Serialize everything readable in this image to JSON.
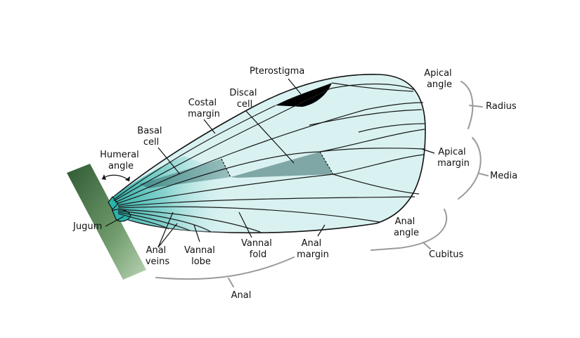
{
  "labels": {
    "pterostigma": "Pterostigma",
    "apical_angle": [
      "Apical",
      "angle"
    ],
    "radius": "Radius",
    "costal_margin": [
      "Costal",
      "margin"
    ],
    "discal_cell": [
      "Discal",
      "cell"
    ],
    "basal_cell": [
      "Basal",
      "cell"
    ],
    "humeral_angle": [
      "Humeral",
      "angle"
    ],
    "apical_margin": [
      "Apical",
      "margin"
    ],
    "media": "Media",
    "jugum": "Jugum",
    "anal_veins": [
      "Anal",
      "veins"
    ],
    "vannal_lobe": [
      "Vannal",
      "lobe"
    ],
    "vannal_fold": [
      "Vannal",
      "fold"
    ],
    "anal_margin": [
      "Anal",
      "margin"
    ],
    "anal_angle": [
      "Anal",
      "angle"
    ],
    "cubitus": "Cubitus",
    "anal": "Anal"
  },
  "colors": {
    "wing_fill": "#d9f2f1",
    "base_teal": "#2bb3ad",
    "cell_fill": "#6d9a98",
    "pterostigma": "#000000",
    "body_dark": "#3d6a3f",
    "body_light": "#9bbf98",
    "brace": "#9a9a9a"
  }
}
